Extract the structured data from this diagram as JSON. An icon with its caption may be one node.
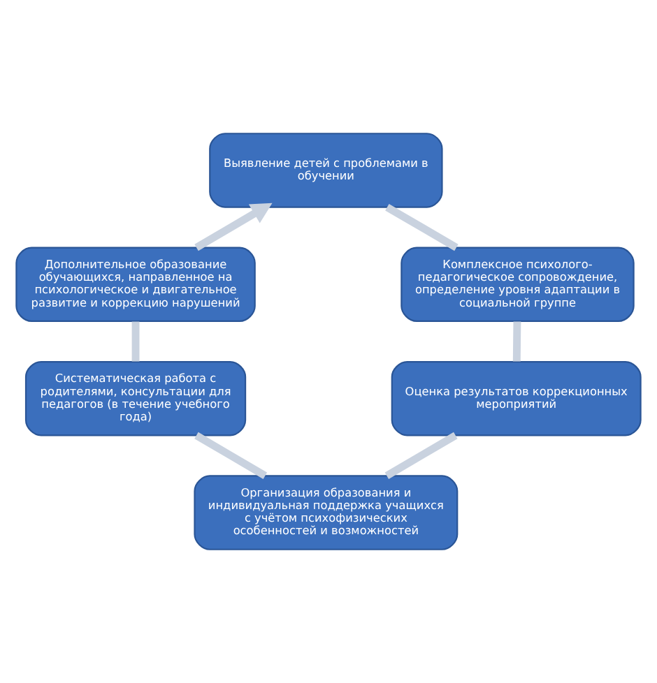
{
  "diagram": {
    "nodes": [
      {
        "text": [
          "Выявление детей с проблемами в обучении"
        ]
      },
      {
        "text": [
          "Дополнительное образование обучающихся, направленное на психологическое и двигательное развитие и коррекцию нарушений"
        ]
      },
      {
        "text": [
          "Комплексное психолого-педагогическое сопровождение, определение уровня адаптации в социальной группе"
        ]
      },
      {
        "text": [
          "Систематическая работа с родителями, консультации для педагогов (в течение учебного года)"
        ]
      },
      {
        "text": [
          "Оценка результатов коррекционных мероприятий"
        ]
      },
      {
        "text": [
          "Организация образования и индивидуальная поддержка учащихся с учётом психофизических особенностей и возможностей"
        ]
      }
    ],
    "edges": [
      {
        "from": 0,
        "to": 2,
        "arrow": "none"
      },
      {
        "from": 2,
        "to": 4,
        "arrow": "none"
      },
      {
        "from": 4,
        "to": 5,
        "arrow": "none"
      },
      {
        "from": 5,
        "to": 3,
        "arrow": "none"
      },
      {
        "from": 3,
        "to": 1,
        "arrow": "none"
      },
      {
        "from": 1,
        "to": 0,
        "arrow": "to"
      }
    ]
  }
}
